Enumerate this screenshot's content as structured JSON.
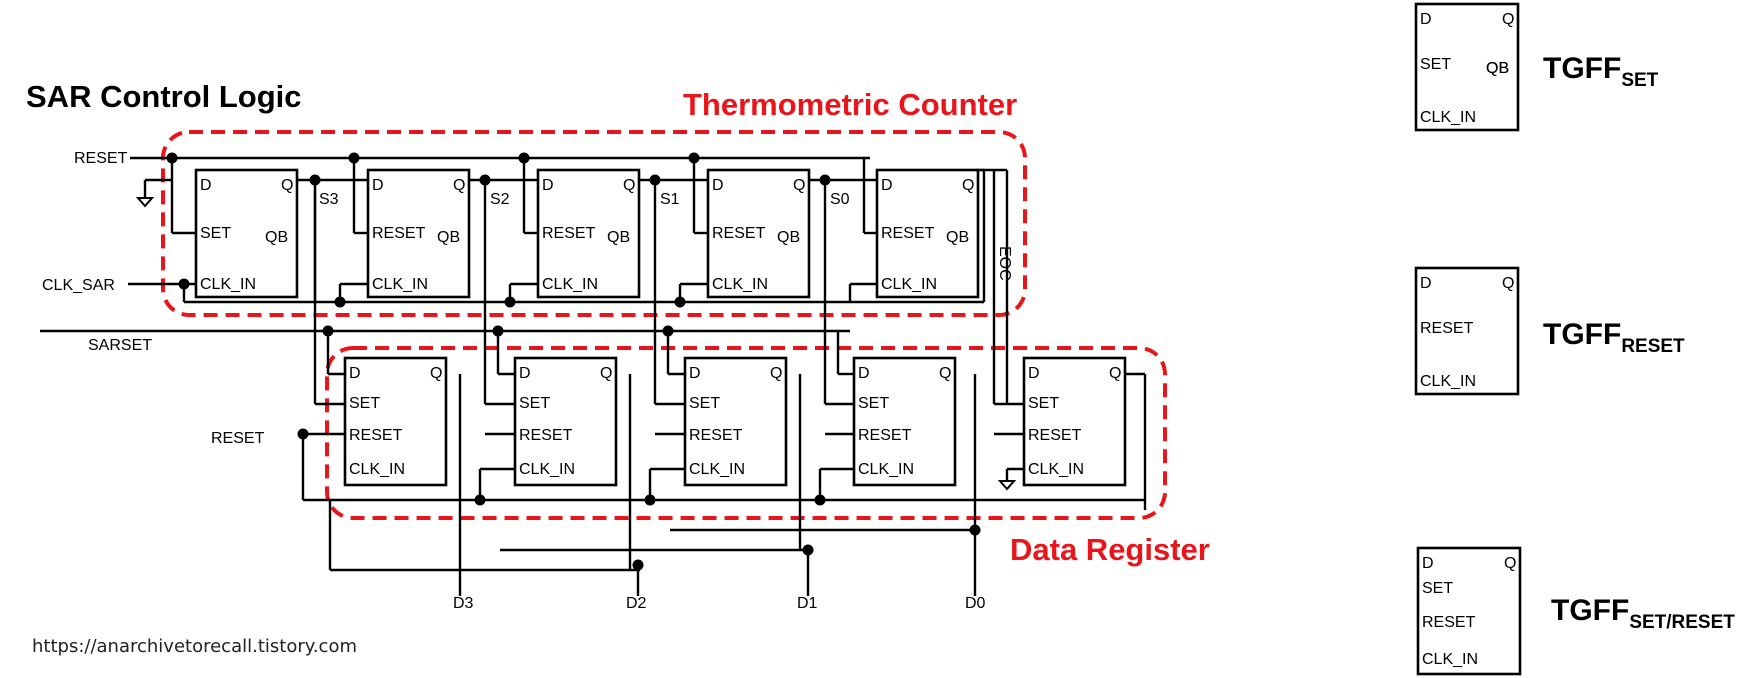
{
  "title": "SAR Control Logic",
  "url": "https://anarchivetorecall.tistory.com",
  "groups": {
    "counter": "Thermometric Counter",
    "register": "Data Register"
  },
  "signals": {
    "reset_top": "RESET",
    "clk_sar": "CLK_SAR",
    "sarset": "SARSET",
    "reset_bottom": "RESET",
    "eoc": "EOC",
    "s3": "S3",
    "s2": "S2",
    "s1": "S1",
    "s0": "S0",
    "d3": "D3",
    "d2": "D2",
    "d1": "D1",
    "d0": "D0"
  },
  "pins": {
    "d": "D",
    "q": "Q",
    "qb": "QB",
    "set": "SET",
    "reset": "RESET",
    "clk": "CLK_IN"
  },
  "legend": {
    "set": {
      "name": "TGFF",
      "sub": "SET"
    },
    "reset": {
      "name": "TGFF",
      "sub": "RESET"
    },
    "setreset": {
      "name": "TGFF",
      "sub": "SET/RESET"
    }
  },
  "colors": {
    "accent": "#e8161b",
    "line": "#000000"
  }
}
